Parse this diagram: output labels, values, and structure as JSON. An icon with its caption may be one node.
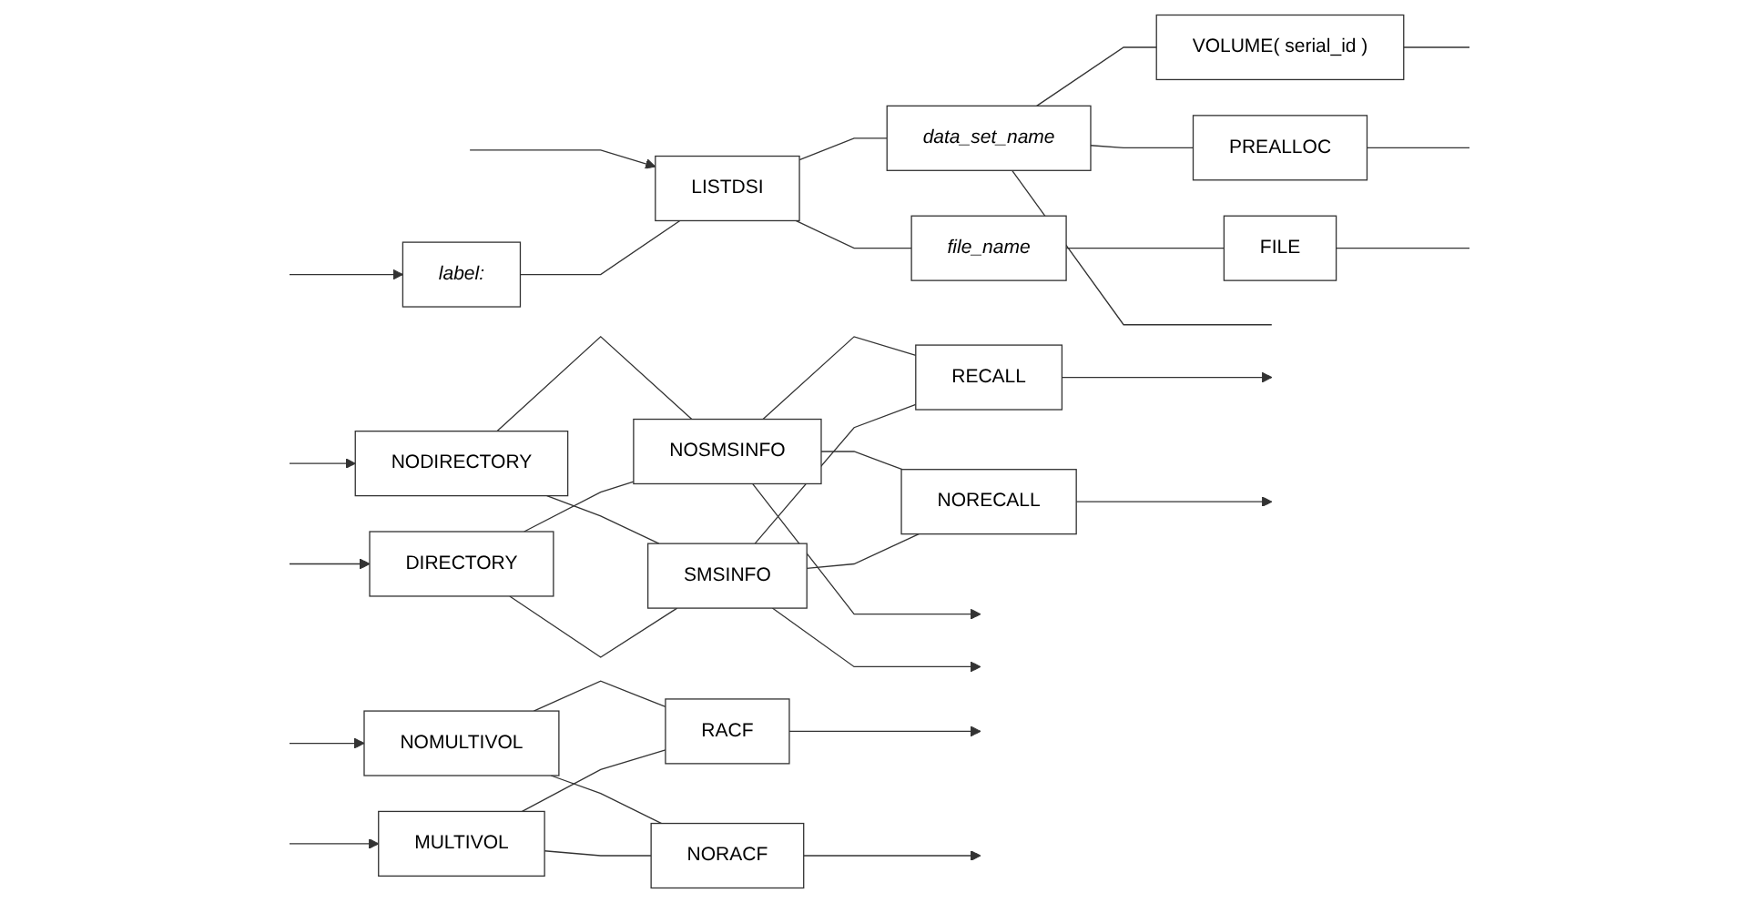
{
  "diagram": {
    "nodes": [
      {
        "text": [
          "label:"
        ]
      },
      {
        "text": [
          "LISTDSI"
        ]
      },
      {
        "text": [
          "data_set_name"
        ]
      },
      {
        "text": [
          "VOLUME( serial_id )"
        ]
      },
      {
        "text": [
          "PREALLOC"
        ]
      },
      {
        "text": [
          "file_name"
        ]
      },
      {
        "text": [
          "FILE"
        ]
      },
      {
        "text": [
          "NODIRECTORY"
        ]
      },
      {
        "text": [
          "DIRECTORY"
        ]
      },
      {
        "text": [
          "NOSMSINFO"
        ]
      },
      {
        "text": [
          "SMSINFO"
        ]
      },
      {
        "text": [
          "RECALL"
        ]
      },
      {
        "text": [
          "NORECALL"
        ]
      },
      {
        "text": [
          "NOMULTIVOL"
        ]
      },
      {
        "text": [
          "MULTIVOL"
        ]
      },
      {
        "text": [
          "RACF"
        ]
      },
      {
        "text": [
          "NORACF"
        ]
      }
    ],
    "edges": [
      {
        "from": null,
        "to": 0,
        "arrow": "to"
      },
      {
        "from": null,
        "to": 1,
        "arrow": "to"
      },
      {
        "from": 0,
        "to": 1,
        "arrow": "none"
      },
      {
        "from": 1,
        "to": 2,
        "arrow": "none"
      },
      {
        "from": 1,
        "to": 5,
        "arrow": "none"
      },
      {
        "from": 2,
        "to": 3,
        "arrow": "none"
      },
      {
        "from": 2,
        "to": 4,
        "arrow": "none"
      },
      {
        "from": 2,
        "to": null,
        "arrow": "none"
      },
      {
        "from": 3,
        "to": null,
        "arrow": "none"
      },
      {
        "from": 4,
        "to": null,
        "arrow": "none"
      },
      {
        "from": 5,
        "to": 6,
        "arrow": "none"
      },
      {
        "from": 6,
        "to": null,
        "arrow": "none"
      },
      {
        "from": null,
        "to": 7,
        "arrow": "to"
      },
      {
        "from": null,
        "to": 8,
        "arrow": "to"
      },
      {
        "from": 7,
        "to": 9,
        "arrow": "none"
      },
      {
        "from": 7,
        "to": 10,
        "arrow": "none"
      },
      {
        "from": 8,
        "to": 9,
        "arrow": "none"
      },
      {
        "from": 8,
        "to": 10,
        "arrow": "none"
      },
      {
        "from": 9,
        "to": 11,
        "arrow": "none"
      },
      {
        "from": 9,
        "to": 12,
        "arrow": "none"
      },
      {
        "from": 9,
        "to": null,
        "arrow": "to"
      },
      {
        "from": 10,
        "to": 11,
        "arrow": "none"
      },
      {
        "from": 10,
        "to": 12,
        "arrow": "none"
      },
      {
        "from": 10,
        "to": null,
        "arrow": "to"
      },
      {
        "from": 11,
        "to": null,
        "arrow": "to"
      },
      {
        "from": 12,
        "to": null,
        "arrow": "to"
      },
      {
        "from": null,
        "to": 13,
        "arrow": "to"
      },
      {
        "from": null,
        "to": 14,
        "arrow": "to"
      },
      {
        "from": 13,
        "to": 15,
        "arrow": "none"
      },
      {
        "from": 13,
        "to": 16,
        "arrow": "none"
      },
      {
        "from": 14,
        "to": 15,
        "arrow": "none"
      },
      {
        "from": 14,
        "to": 16,
        "arrow": "none"
      },
      {
        "from": 15,
        "to": null,
        "arrow": "to"
      },
      {
        "from": 16,
        "to": null,
        "arrow": "to"
      }
    ]
  }
}
